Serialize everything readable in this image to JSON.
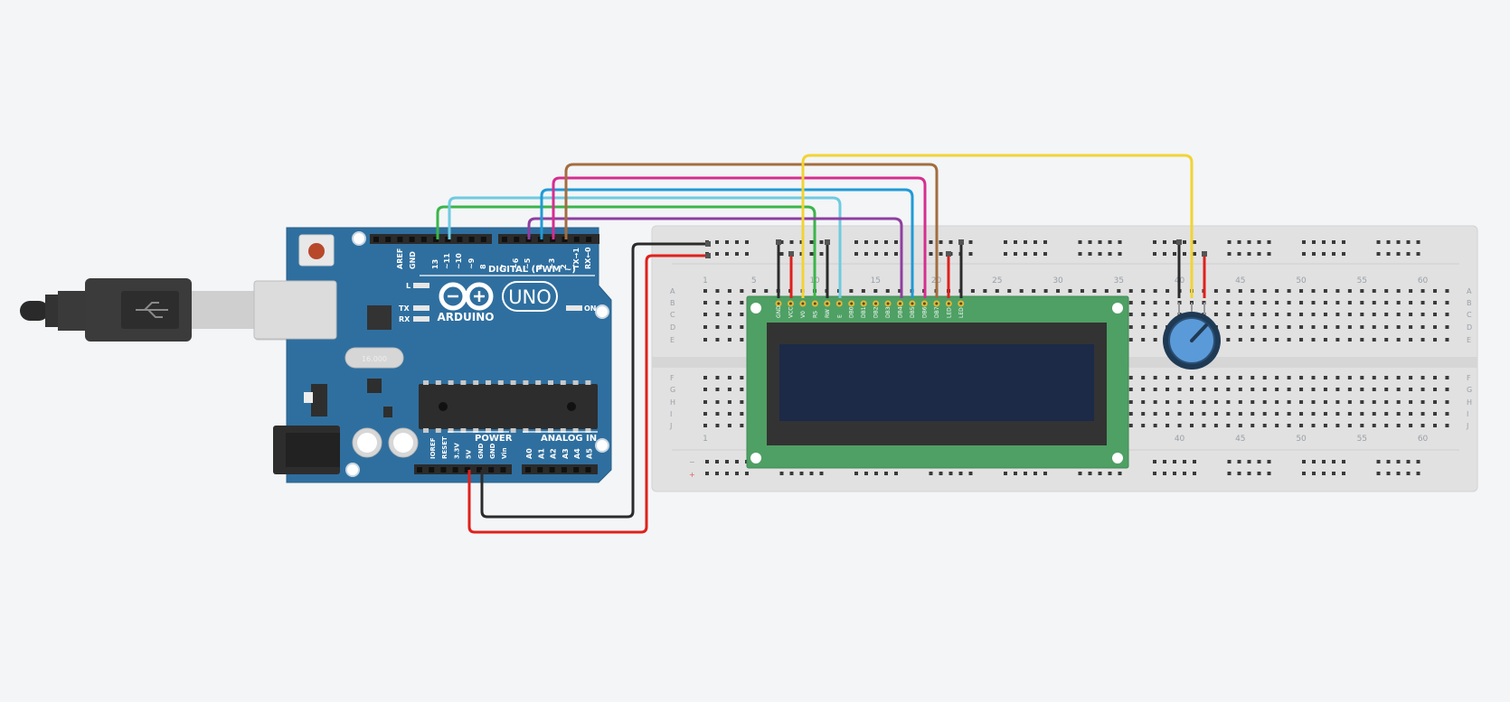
{
  "arduino": {
    "brand": "ARDUINO",
    "model": "UNO",
    "digital_label": "DIGITAL (PWM ~)",
    "power_label": "POWER",
    "analog_label": "ANALOG IN",
    "on_label": "ON",
    "l_label": "L",
    "tx_label": "TX",
    "rx_label": "RX",
    "digital_pins": [
      "AREF",
      "GND",
      "13",
      "~11",
      "~10",
      "~9",
      "8",
      "7",
      "~6",
      "~5",
      "4",
      "~3",
      "2",
      "TX→1",
      "RX←0"
    ],
    "power_pins": [
      "IOREF",
      "RESET",
      "3.3V",
      "5V",
      "GND",
      "GND",
      "Vin"
    ],
    "analog_pins": [
      "A0",
      "A1",
      "A2",
      "A3",
      "A4",
      "A5"
    ],
    "crystal_text": "16.000"
  },
  "lcd": {
    "pins": [
      "GND",
      "VCC",
      "V0",
      "RS",
      "RW",
      "E",
      "DB0",
      "DB1",
      "DB2",
      "DB3",
      "DB4",
      "DB5",
      "DB6",
      "DB7",
      "LED",
      "LED"
    ]
  },
  "breadboard": {
    "column_numbers": [
      "1",
      "5",
      "10",
      "15",
      "20",
      "25",
      "30",
      "35",
      "40",
      "45",
      "50",
      "55",
      "60"
    ],
    "rows_top": [
      "A",
      "B",
      "C",
      "D",
      "E"
    ],
    "rows_bottom": [
      "F",
      "G",
      "H",
      "I",
      "J"
    ],
    "rail_minus": "−",
    "rail_plus": "+"
  },
  "wire_colors": {
    "black": "#2b2b2b",
    "red": "#e0201b",
    "green": "#3bb54a",
    "lightblue": "#6ecbe0",
    "purple": "#8e3fa0",
    "blue": "#1f9ad6",
    "magenta": "#d62e8f",
    "brown": "#a36d3f",
    "yellow": "#f2d433"
  },
  "colors": {
    "board": "#2f6f9f",
    "lcd_pcb": "#4fa064",
    "lcd_screen": "#1c2a48",
    "breadboard": "#e1e1e1"
  }
}
